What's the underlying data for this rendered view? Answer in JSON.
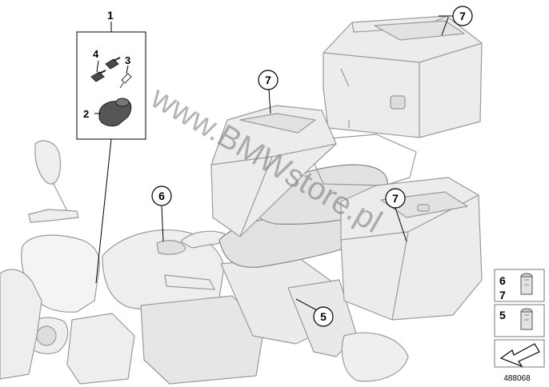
{
  "callouts": {
    "c1": "1",
    "c2": "2",
    "c3": "3",
    "c4": "4",
    "c5": "5",
    "c6": "6",
    "c7a": "7",
    "c7b": "7",
    "c7c": "7"
  },
  "legend": {
    "row1": {
      "a": "6",
      "b": "7"
    },
    "row2": {
      "a": "5"
    }
  },
  "watermark": "www.BMWstore.pl",
  "doc_number": "488068",
  "colors": {
    "line": "#000000",
    "part_fill": "#ececec",
    "part_stroke": "#9a9a9a",
    "dark_part": "#4a4a4a"
  }
}
